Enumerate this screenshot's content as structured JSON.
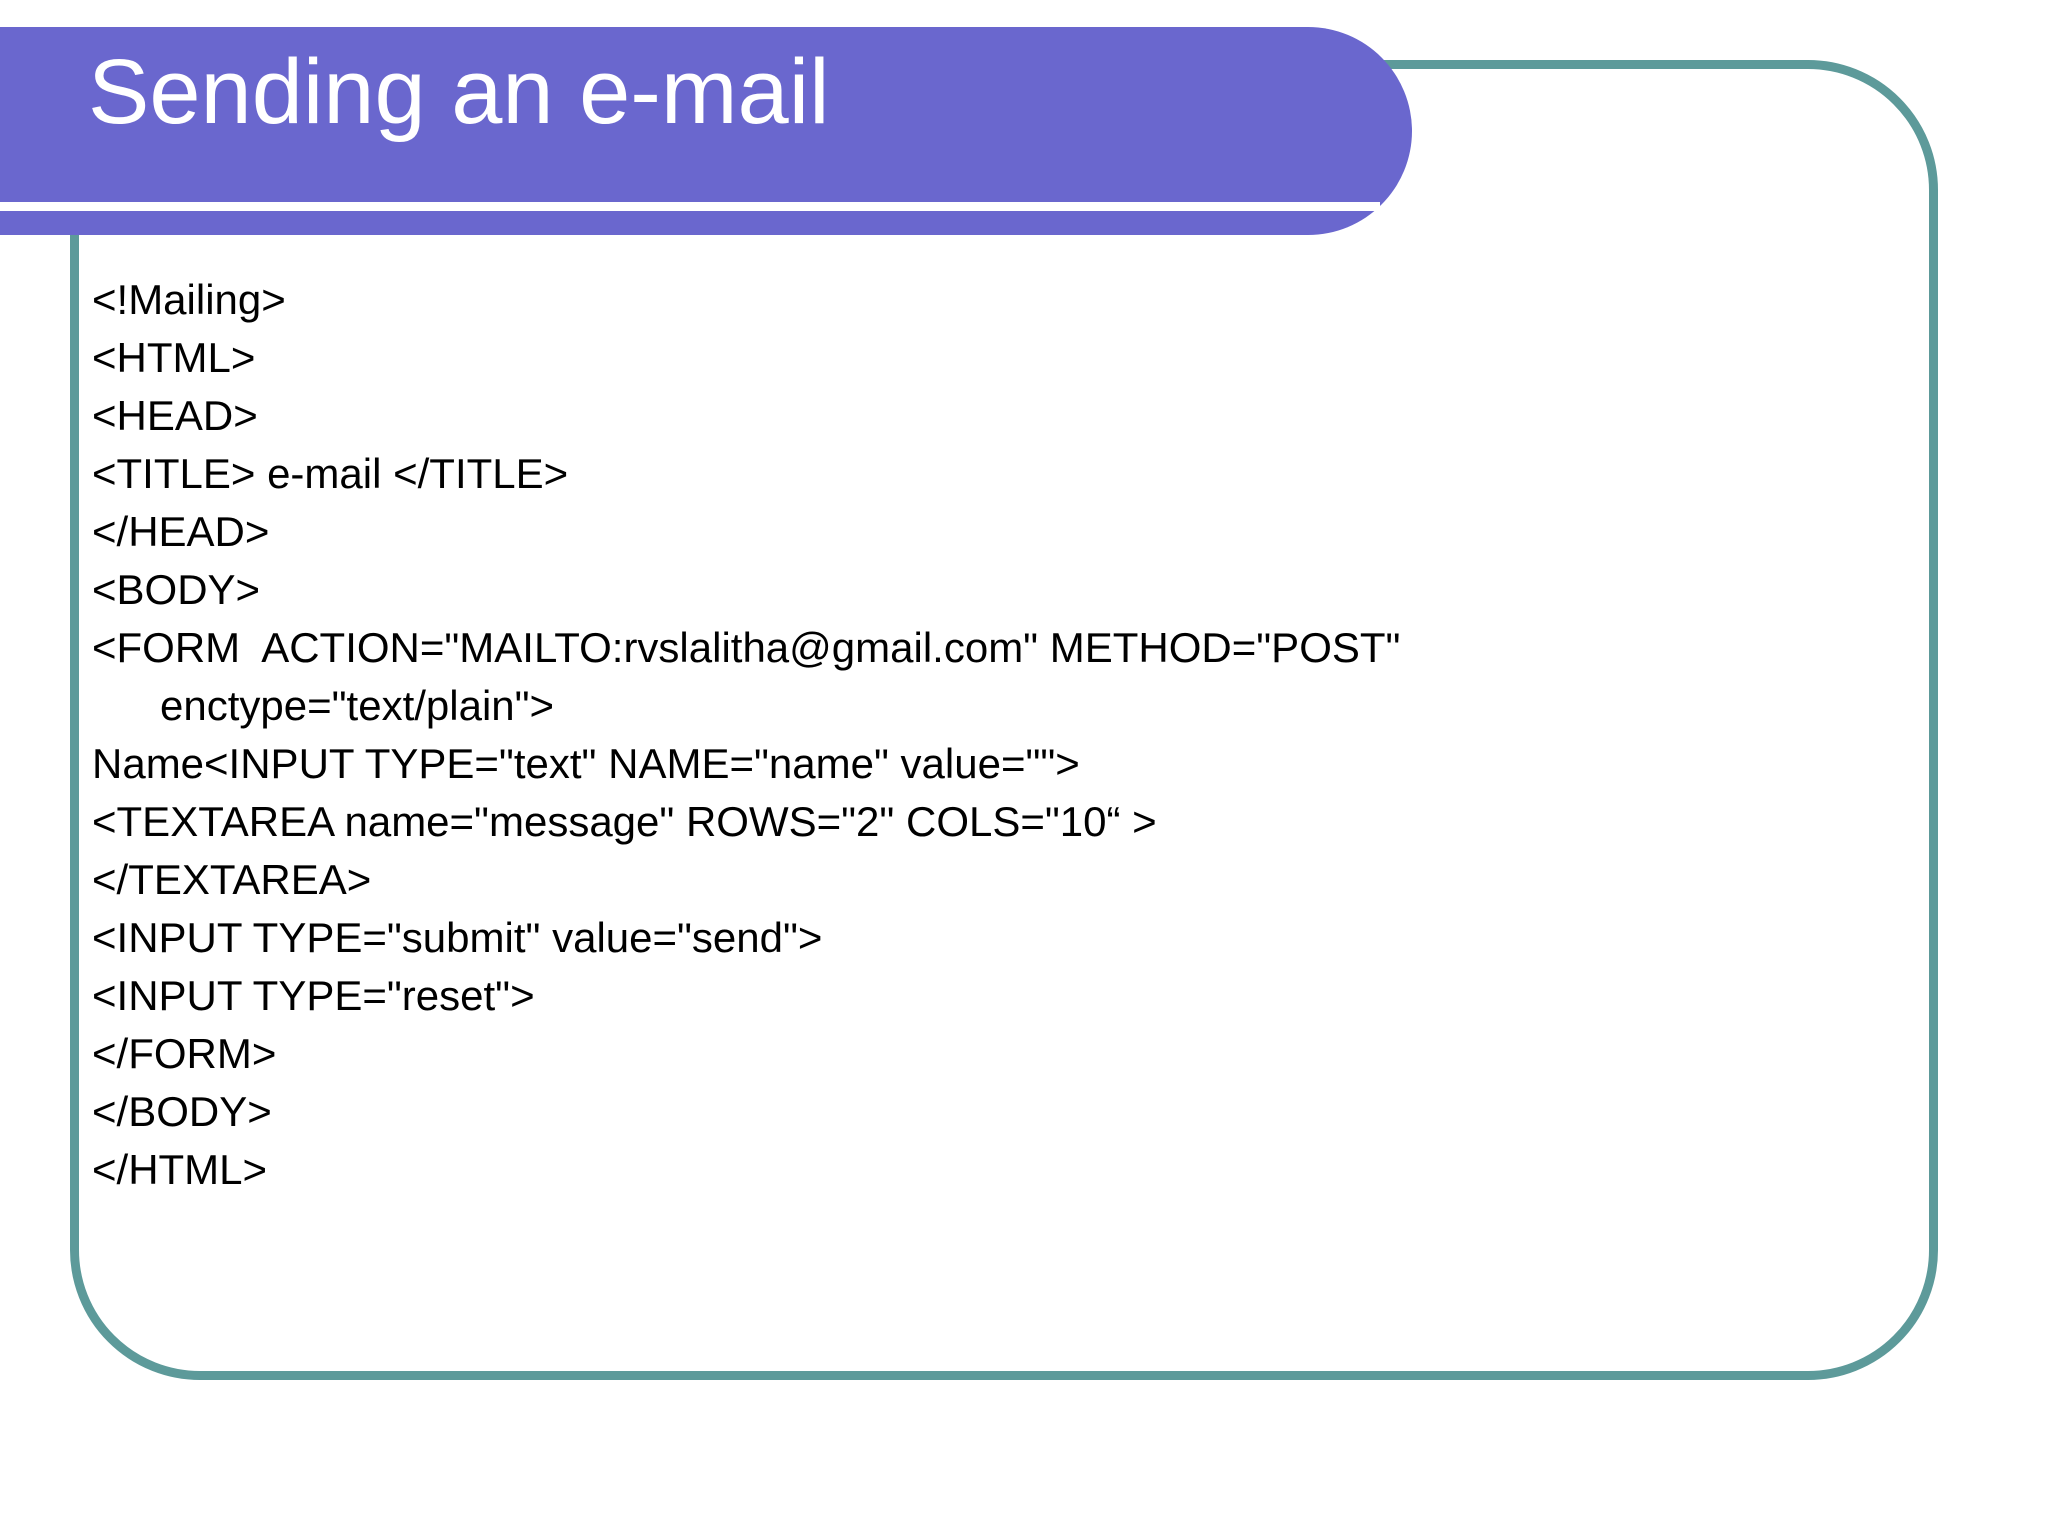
{
  "slide": {
    "title": "Sending an e-mail",
    "colors": {
      "banner": "#6a67ce",
      "frame_border": "#5d9a9a",
      "title_text": "#ffffff",
      "code_text": "#000000",
      "background": "#ffffff"
    }
  },
  "code": {
    "lines": [
      {
        "text": "<!Mailing>",
        "indent": false
      },
      {
        "text": "<HTML>",
        "indent": false
      },
      {
        "text": "<HEAD>",
        "indent": false
      },
      {
        "text": "<TITLE> e-mail </TITLE>",
        "indent": false
      },
      {
        "text": "</HEAD>",
        "indent": false
      },
      {
        "text": "<BODY>",
        "indent": false
      },
      {
        "text": "<FORM  ACTION=\"MAILTO:rvslalitha@gmail.com\" METHOD=\"POST\"",
        "indent": false
      },
      {
        "text": "enctype=\"text/plain\">",
        "indent": true
      },
      {
        "text": "Name<INPUT TYPE=\"text\" NAME=\"name\" value=\"\">",
        "indent": false
      },
      {
        "text": "<TEXTAREA name=\"message\" ROWS=\"2\" COLS=\"10“ >",
        "indent": false
      },
      {
        "text": "</TEXTAREA>",
        "indent": false
      },
      {
        "text": "<INPUT TYPE=\"submit\" value=\"send\">",
        "indent": false
      },
      {
        "text": "<INPUT TYPE=\"reset\">",
        "indent": false
      },
      {
        "text": "</FORM>",
        "indent": false
      },
      {
        "text": "</BODY>",
        "indent": false
      },
      {
        "text": "</HTML>",
        "indent": false
      }
    ]
  }
}
